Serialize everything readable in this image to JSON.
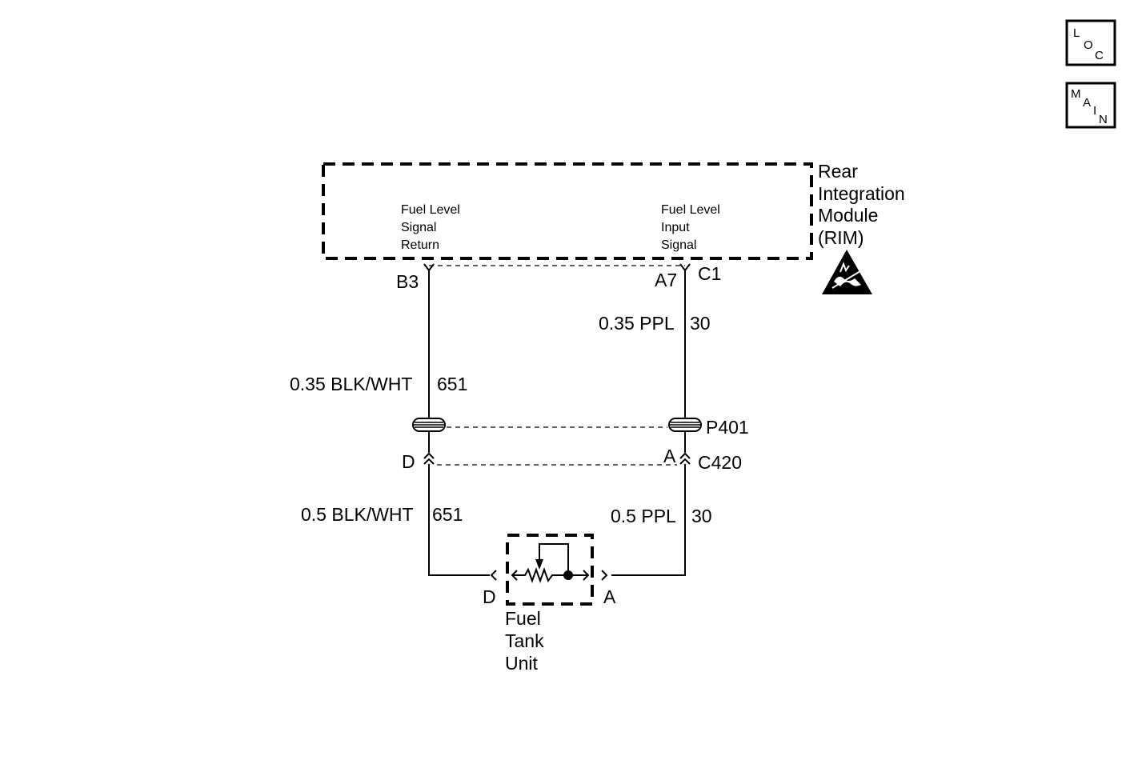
{
  "nav": {
    "loc": [
      "L",
      "O",
      "C"
    ],
    "main": [
      "M",
      "A",
      "I",
      "N"
    ]
  },
  "module": {
    "name_lines": [
      "Rear",
      "Integration",
      "Module",
      "(RIM)"
    ],
    "left_signal_lines": [
      "Fuel Level",
      "Signal",
      "Return"
    ],
    "right_signal_lines": [
      "Fuel Level",
      "Input",
      "Signal"
    ],
    "esd_icon": "esd-sensitive-icon"
  },
  "connectors": {
    "c1": "C1",
    "b3": "B3",
    "a7": "A7",
    "p401": "P401",
    "c420": "C420",
    "c420_left_pin": "D",
    "c420_right_pin": "A"
  },
  "wires": {
    "left_upper_gauge": "0.35 BLK/WHT",
    "left_upper_circuit": "651",
    "right_upper_gauge": "0.35 PPL",
    "right_upper_circuit": "30",
    "left_lower_gauge": "0.5 BLK/WHT",
    "left_lower_circuit": "651",
    "right_lower_gauge": "0.5 PPL",
    "right_lower_circuit": "30"
  },
  "sensor": {
    "name_lines": [
      "Fuel",
      "Tank",
      "Unit"
    ],
    "left_pin": "D",
    "right_pin": "A"
  }
}
